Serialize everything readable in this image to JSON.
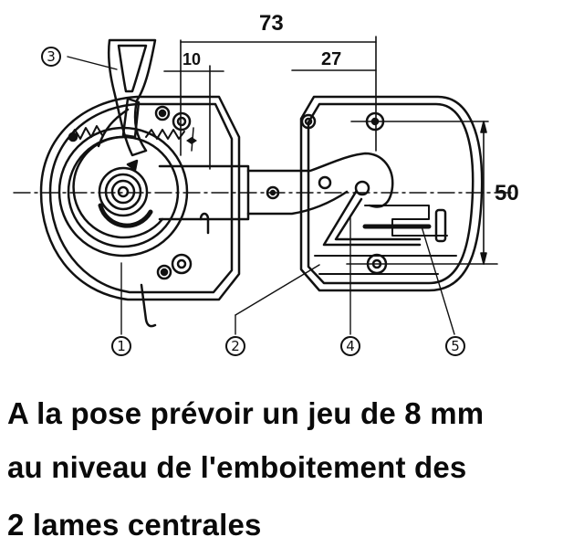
{
  "diagram": {
    "subject": "latch-hinge mechanism",
    "dimensions": {
      "overall_width": "73",
      "left_offset": "10",
      "right_offset": "27",
      "height": "50"
    },
    "callouts": [
      {
        "id": "3",
        "label": "3"
      },
      {
        "id": "1",
        "label": "1"
      },
      {
        "id": "2",
        "label": "2"
      },
      {
        "id": "4",
        "label": "4"
      },
      {
        "id": "5",
        "label": "5"
      }
    ],
    "line_color": "#111111",
    "background": "#ffffff"
  },
  "note": {
    "lines": [
      "A la pose prévoir un jeu de 8 mm",
      "au niveau de l'emboitement des",
      "2 lames centrales"
    ]
  }
}
